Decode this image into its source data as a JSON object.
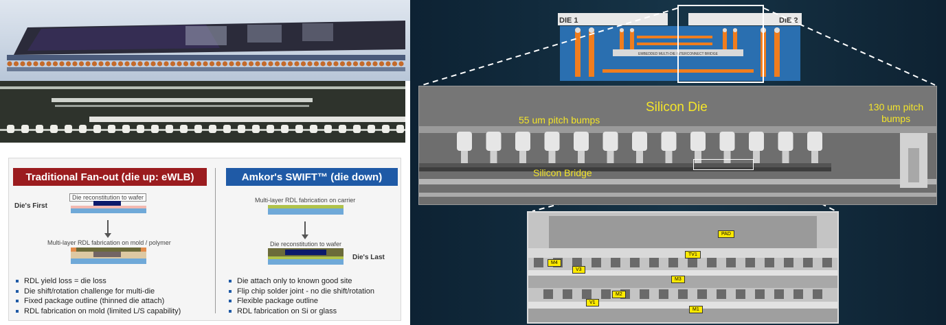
{
  "slide": {
    "left_header": "Traditional Fan-out (die up: eWLB)",
    "right_header": "Amkor's SWIFT™ (die down)",
    "colors": {
      "left_header_bg": "#9b1c1f",
      "right_header_bg": "#1f5aa6"
    },
    "left": {
      "step1": "Die reconstitution to wafer",
      "dies_first": "Die's First",
      "step2": "Multi-layer RDL fabrication on mold / polymer",
      "bullets": [
        "RDL yield loss = die loss",
        "Die shift/rotation challenge for multi-die",
        "Fixed package outline (thinned die attach)",
        "RDL fabrication on mold (limited L/S capability)"
      ]
    },
    "right": {
      "step1": "Multi-layer RDL fabrication on carrier",
      "step2": "Die reconstitution to wafer",
      "dies_last": "Die's Last",
      "bullets": [
        "Die attach only to known good site",
        "Flip chip solder joint - no die shift/rotation",
        "Flexible package outline",
        "RDL fabrication on Si or glass"
      ]
    }
  },
  "diagram": {
    "die1": "DIE 1",
    "die2": "DIE 2",
    "bridge_label": "EMBEDDED MULTI-DIE INTERCONNECT BRIDGE"
  },
  "xsection": {
    "silicon_die": "Silicon Die",
    "pitch55": "55 um pitch bumps",
    "pitch130_line1": "130 um pitch",
    "pitch130_line2": "bumps",
    "silicon_bridge": "Silicon Bridge"
  },
  "sem": {
    "labels": {
      "pad": "PAD",
      "tv1": "TV1",
      "m4": "M4",
      "v3": "V3",
      "m3": "M3",
      "m2": "M2",
      "v1": "V1",
      "m1": "M1"
    }
  }
}
